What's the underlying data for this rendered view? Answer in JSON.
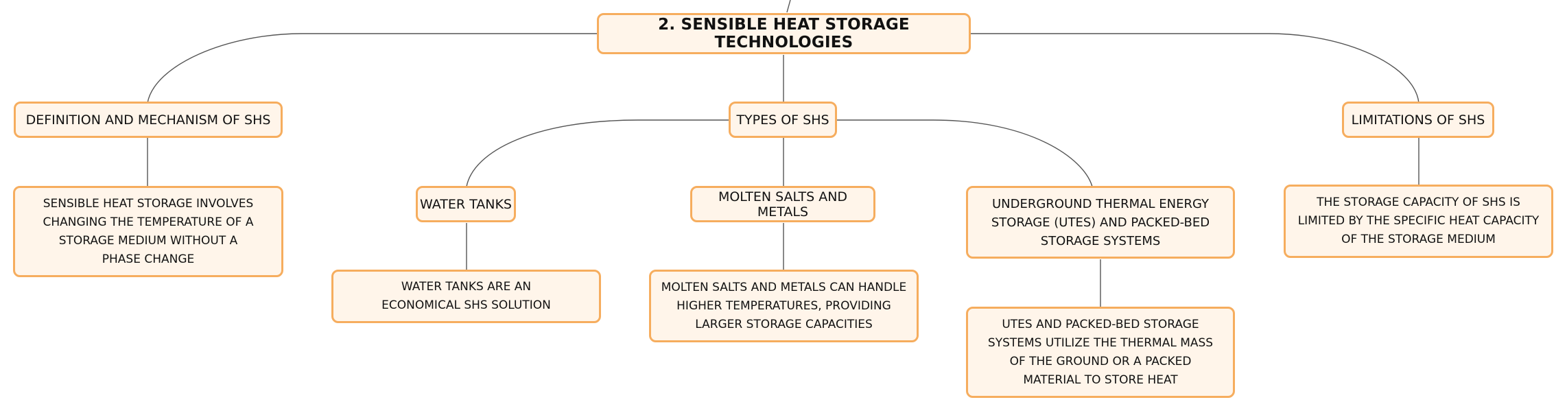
{
  "root": {
    "label": "2. SENSIBLE HEAT STORAGE TECHNOLOGIES"
  },
  "branches": {
    "definition": {
      "label": "DEFINITION AND MECHANISM OF SHS",
      "detail": "SENSIBLE HEAT STORAGE INVOLVES CHANGING THE TEMPERATURE OF A STORAGE MEDIUM WITHOUT A PHASE CHANGE"
    },
    "types": {
      "label": "TYPES OF SHS",
      "water_tanks": {
        "label": "WATER TANKS",
        "detail": "WATER TANKS ARE AN ECONOMICAL SHS SOLUTION"
      },
      "molten_salts": {
        "label": "MOLTEN SALTS AND METALS",
        "detail": "MOLTEN SALTS AND METALS CAN HANDLE HIGHER TEMPERATURES, PROVIDING LARGER STORAGE CAPACITIES"
      },
      "utes": {
        "label": "UNDERGROUND THERMAL ENERGY STORAGE (UTES) AND PACKED-BED STORAGE SYSTEMS",
        "detail": "UTES AND PACKED-BED STORAGE SYSTEMS UTILIZE THE THERMAL MASS OF THE GROUND OR A PACKED MATERIAL TO STORE HEAT"
      }
    },
    "limitations": {
      "label": "LIMITATIONS OF SHS",
      "detail": "THE STORAGE CAPACITY OF SHS IS LIMITED BY THE SPECIFIC HEAT CAPACITY OF THE STORAGE MEDIUM"
    }
  },
  "colors": {
    "node_fill": "#fff5ea",
    "node_border": "#f6ad5e",
    "connector": "#555555"
  }
}
